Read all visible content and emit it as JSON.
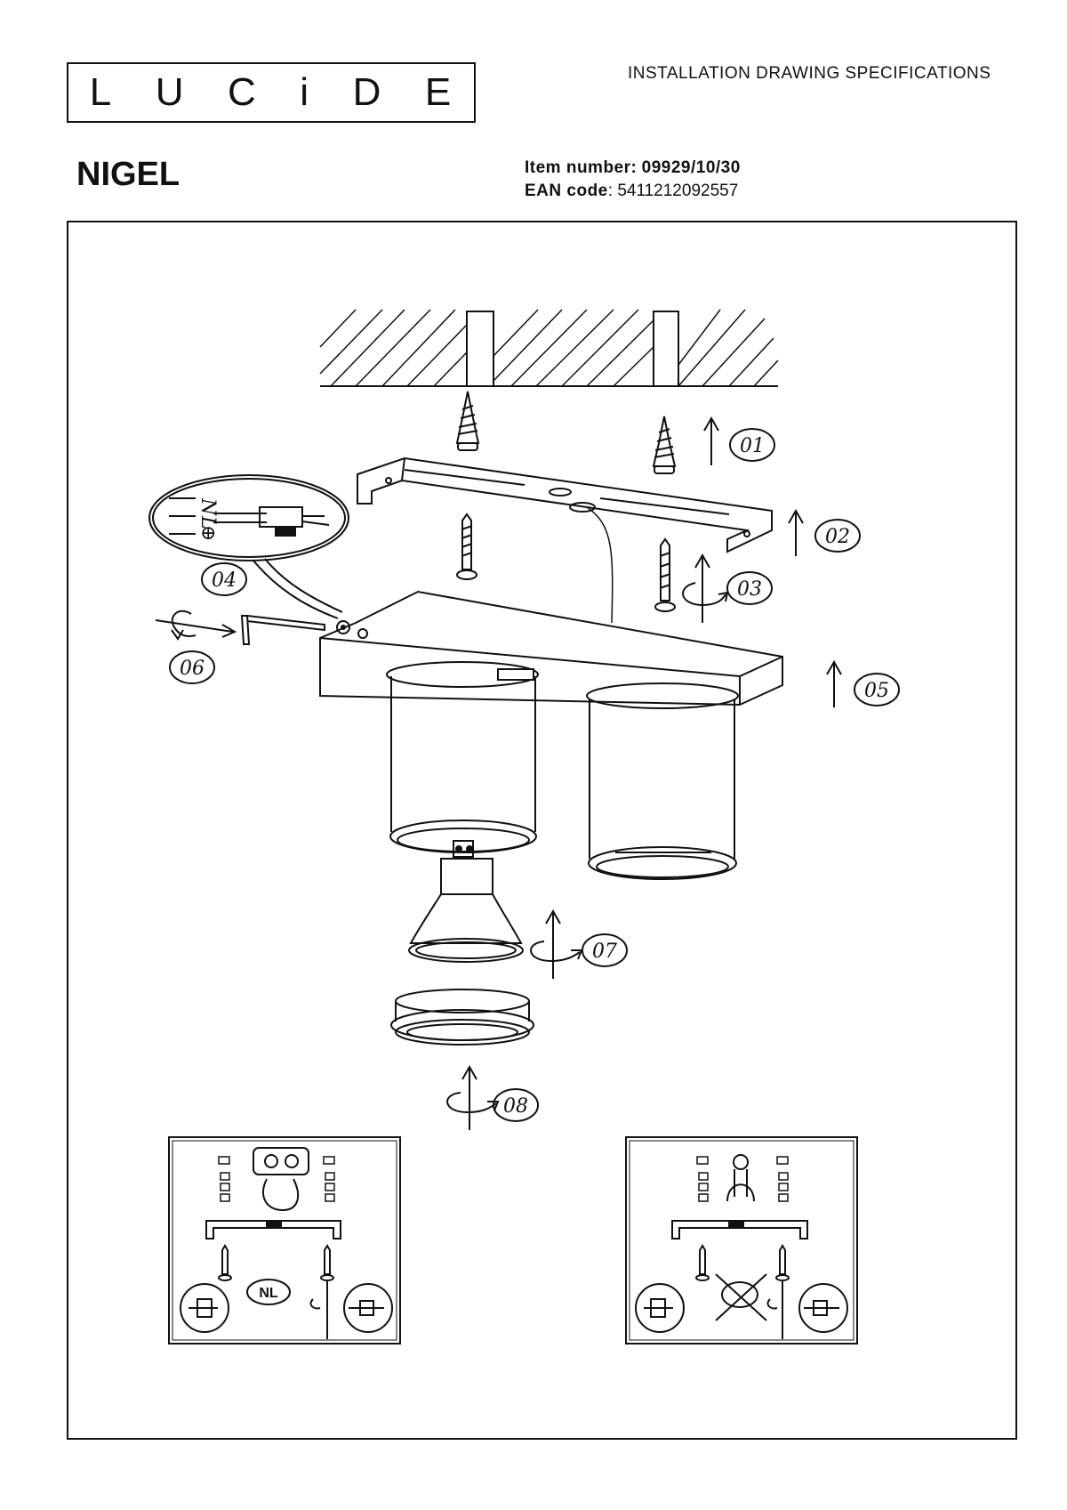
{
  "header": {
    "brand": "LUCIDE",
    "brand_letters": [
      "L",
      "U",
      "C",
      "i",
      "D",
      "E"
    ],
    "document_type": "INSTALLATION DRAWING SPECIFICATIONS"
  },
  "product": {
    "name": "NIGEL",
    "item_number_label": "Item number:",
    "item_number": "09929/10/30",
    "ean_label": "EAN code",
    "ean_code": "5411212092557"
  },
  "steps": [
    "01",
    "02",
    "03",
    "04",
    "05",
    "06",
    "07",
    "08"
  ],
  "wiring_marks": [
    "N",
    "L",
    "⊕"
  ],
  "inset_badge": "NL",
  "colors": {
    "ink": "#111111",
    "paper": "#ffffff"
  }
}
